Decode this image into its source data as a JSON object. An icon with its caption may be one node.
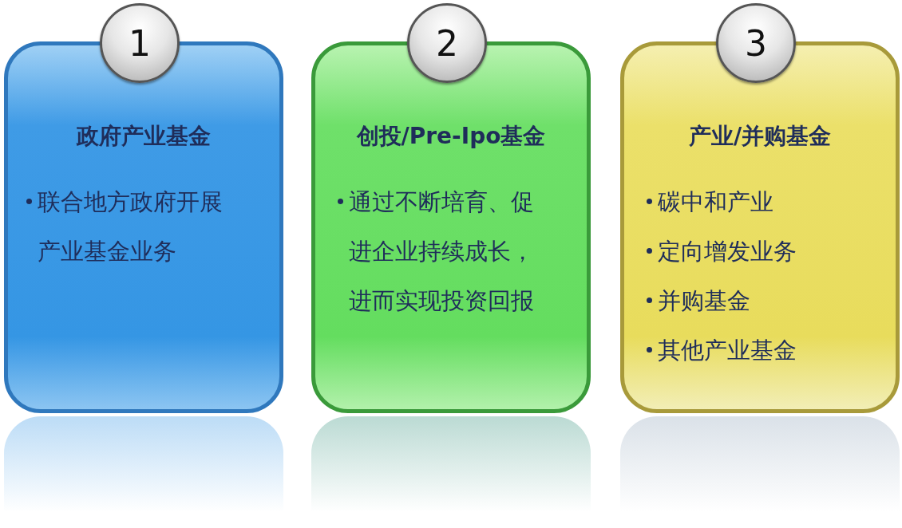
{
  "diagram": {
    "nodes": [
      {
        "text": [
          "1"
        ]
      },
      {
        "text": [
          "政府产业基金",
          "联合地方政府开展产业基金业务"
        ]
      },
      {
        "text": [
          "2"
        ]
      },
      {
        "text": [
          "创投/Pre-Ipo基金",
          "通过不断培育、促进企业持续成长，进而实现投资回报"
        ]
      },
      {
        "text": [
          "3"
        ]
      },
      {
        "text": [
          "产业/并购基金",
          "碳中和产业",
          "定向增发业务",
          "并购基金",
          "其他产业基金"
        ]
      }
    ]
  }
}
